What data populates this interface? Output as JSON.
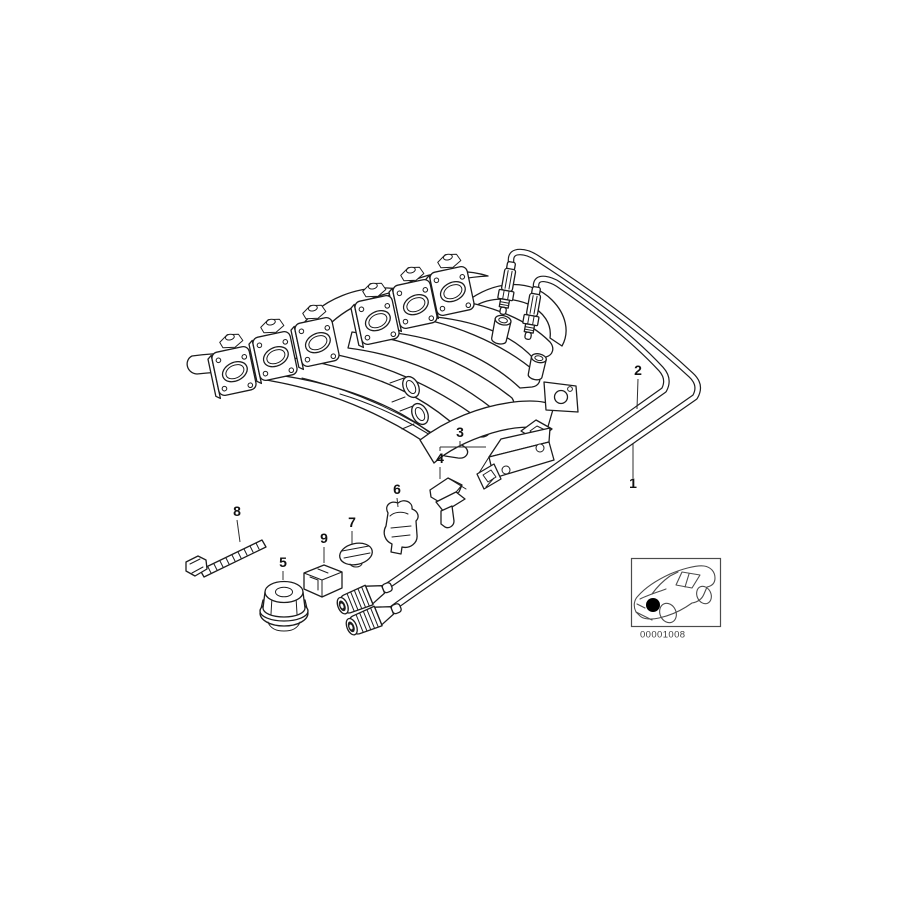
{
  "page": {
    "background_color": "#ffffff"
  },
  "diagram": {
    "line_color": "#1c1c1c",
    "label_color": "#111111",
    "callouts": [
      {
        "label": "1"
      },
      {
        "label": "2"
      },
      {
        "label": "3"
      },
      {
        "label": "4"
      },
      {
        "label": "5"
      },
      {
        "label": "6"
      },
      {
        "label": "7"
      },
      {
        "label": "8"
      },
      {
        "label": "9"
      }
    ],
    "inset": {
      "image_code": "00001008"
    }
  }
}
